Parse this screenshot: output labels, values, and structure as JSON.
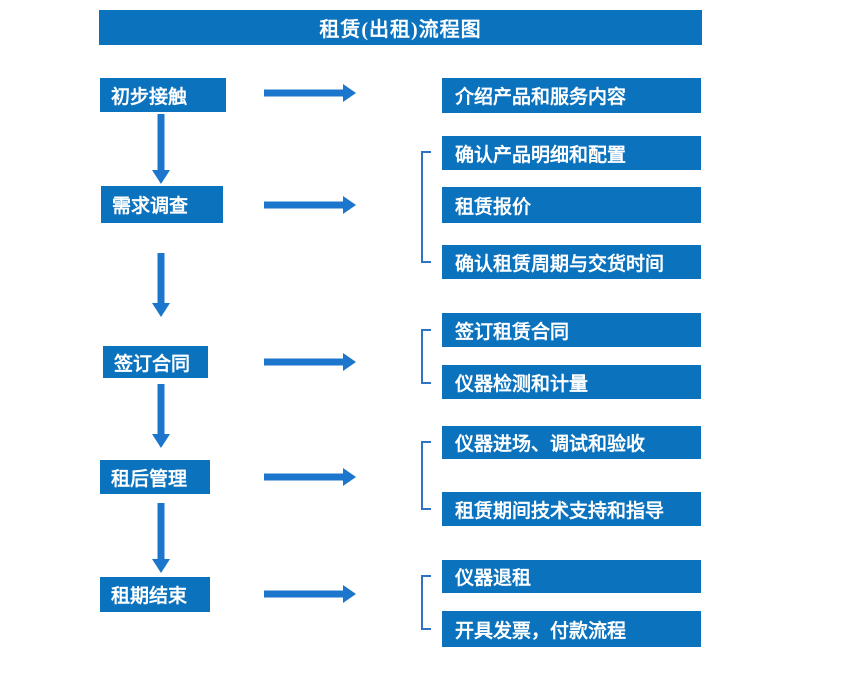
{
  "title": "租赁(出租)流程图",
  "colors": {
    "box_blue": "#0b72be",
    "arrow_blue": "#1b76cc",
    "bracket_blue": "#2f74c4",
    "text_white": "#ffffff",
    "background": "#ffffff"
  },
  "flow": {
    "steps": [
      {
        "label": "初步接触",
        "details": [
          "介绍产品和服务内容"
        ]
      },
      {
        "label": "需求调查",
        "details": [
          "确认产品明细和配置",
          "租赁报价",
          "确认租赁周期与交货时间"
        ]
      },
      {
        "label": "签订合同",
        "details": [
          "签订租赁合同",
          "仪器检测和计量"
        ]
      },
      {
        "label": "租后管理",
        "details": [
          "仪器进场、调试和验收",
          "租赁期间技术支持和指导"
        ]
      },
      {
        "label": "租期结束",
        "details": [
          "仪器退租",
          "开具发票，付款流程"
        ]
      }
    ]
  }
}
